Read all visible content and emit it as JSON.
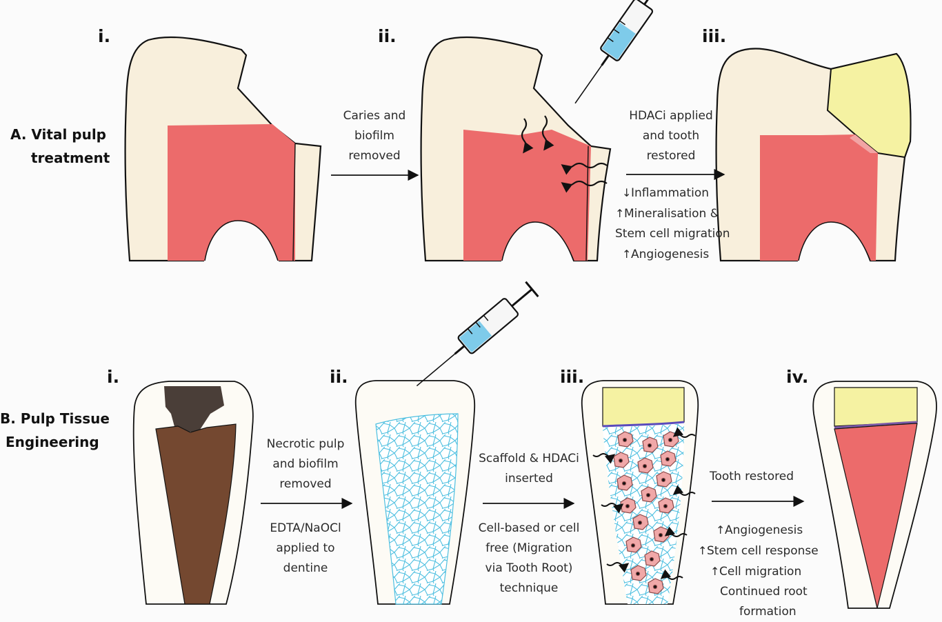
{
  "section_a": {
    "title_line1": "A. Vital pulp",
    "title_line2": "treatment",
    "step_labels": [
      "i.",
      "ii.",
      "iii."
    ],
    "arrow1": [
      "Caries and",
      "biofilm",
      "removed"
    ],
    "arrow2": [
      "HDACi applied",
      "and tooth",
      "restored"
    ],
    "effects": [
      {
        "arrow": "↓",
        "text": "Inflammation"
      },
      {
        "arrow": "↑",
        "text": "Mineralisation &"
      },
      {
        "arrow": "",
        "text": "Stem cell migration"
      },
      {
        "arrow": "↑",
        "text": "Angiogenesis"
      }
    ]
  },
  "section_b": {
    "title_line1": "B. Pulp Tissue",
    "title_line2": "Engineering",
    "step_labels": [
      "i.",
      "ii.",
      "iii.",
      "iv."
    ],
    "arrow1_top": [
      "Necrotic pulp",
      "and biofilm",
      "removed"
    ],
    "arrow1_bottom": [
      "EDTA/NaOCl",
      "applied to",
      "dentine"
    ],
    "arrow2_top": [
      "Scaffold & HDACi",
      "inserted"
    ],
    "arrow2_bottom": [
      "Cell-based or cell",
      "free (Migration",
      "via Tooth Root)",
      "technique"
    ],
    "arrow3_top": [
      "Tooth restored"
    ],
    "effects": [
      {
        "arrow": "↑",
        "text": "Angiogenesis"
      },
      {
        "arrow": "↑",
        "text": "Stem cell response"
      },
      {
        "arrow": "↑",
        "text": "Cell migration"
      },
      {
        "arrow": "",
        "text": "Continued root"
      },
      {
        "arrow": "",
        "text": "formation"
      }
    ]
  },
  "colors": {
    "enamel": "#f8efdc",
    "pulp": "#ec6b6b",
    "filling": "#f5f2a2",
    "necrotic": "#744830",
    "caries": "#4a3e38",
    "scaffold": "#4dbfe0",
    "cells": "#f0a8a8"
  }
}
